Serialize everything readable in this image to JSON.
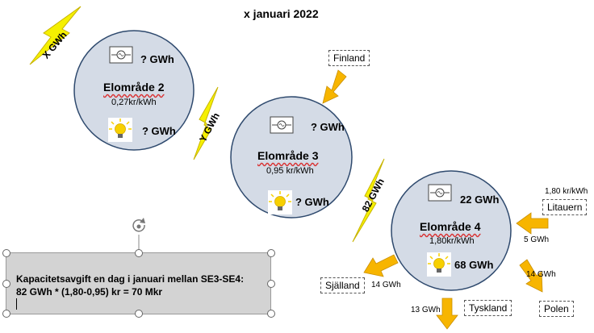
{
  "title": "x januari 2022",
  "zones": [
    {
      "name": "Elområde 2",
      "price": "0,27kr/kWh",
      "production": "? GWh",
      "consumption": "? GWh"
    },
    {
      "name": "Elområde 3",
      "price": "0,95 kr/kWh",
      "production": "? GWh",
      "consumption": "? GWh"
    },
    {
      "name": "Elområde 4",
      "price": "1,80kr/kWh",
      "production": "22 GWh",
      "consumption": "68 GWh"
    }
  ],
  "transfers": {
    "x": "X GWh",
    "y": "Y GWh",
    "se3_se4": "82 GWh"
  },
  "neighbors": {
    "finland": "Finland",
    "litauen": "Litauern",
    "litauen_price": "1,80 kr/kWh",
    "litauen_flow": "5 GWh",
    "sjalland": "Själland",
    "sjalland_flow": "14 GWh",
    "tyskland": "Tyskland",
    "tyskland_flow": "13 GWh",
    "polen": "Polen",
    "polen_flow": "14 GWh"
  },
  "note": {
    "line1": "Kapacitetsavgift en dag i januari mellan SE3-SE4:",
    "line2": "82 GWh * (1,80-0,95) kr = 70 Mkr"
  },
  "colors": {
    "circle_fill": "#d4dbe6",
    "circle_stroke": "#2f4a6e",
    "bolt": "#f5f000",
    "arrow": "#f7b500",
    "bulb": "#f7d000"
  }
}
